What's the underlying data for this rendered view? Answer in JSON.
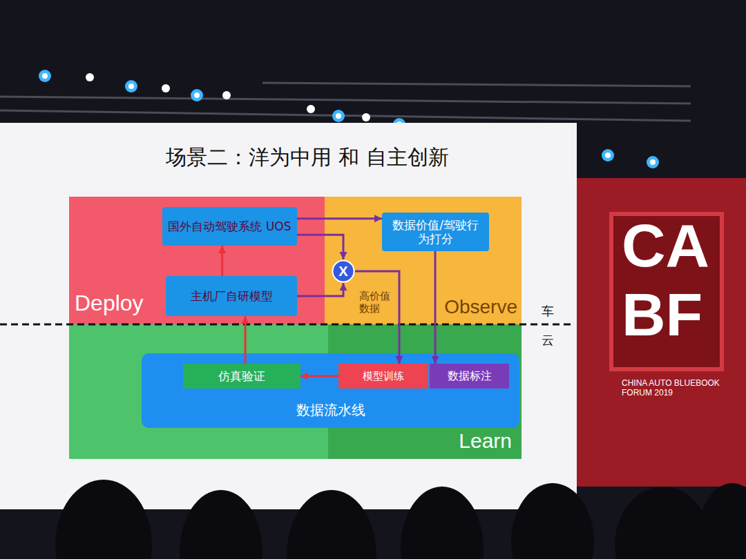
{
  "diagram": {
    "title": "场景二：洋为中用 和 自主创新",
    "nodes": [
      {
        "text": [
          "Deploy"
        ]
      },
      {
        "text": [
          "Observe"
        ]
      },
      {
        "text": [
          "Learn"
        ]
      },
      {
        "text": [
          "国外自动驾驶系统 UOS"
        ],
        "in": 0
      },
      {
        "text": [
          "主机厂自研模型"
        ],
        "in": 0
      },
      {
        "text": [
          "X"
        ],
        "in": 1
      },
      {
        "text": [
          "数据价值/驾驶行为打分"
        ],
        "in": 1
      },
      {
        "text": [
          "数据流水线"
        ]
      },
      {
        "text": [
          "仿真验证"
        ],
        "in": 7
      },
      {
        "text": [
          "模型训练"
        ],
        "in": 7
      },
      {
        "text": [
          "数据标注"
        ],
        "in": 7
      }
    ],
    "edges": [
      {
        "from": 3,
        "to": 6,
        "arrow": "to"
      },
      {
        "from": 3,
        "to": 5,
        "arrow": "to"
      },
      {
        "from": 4,
        "to": 5,
        "arrow": "to"
      },
      {
        "from": 5,
        "to": 9,
        "label": "高价值数据",
        "arrow": "to"
      },
      {
        "from": 6,
        "to": 10,
        "arrow": "to"
      },
      {
        "from": 9,
        "to": 8,
        "arrow": "to"
      },
      {
        "from": 8,
        "to": 4,
        "arrow": "to"
      },
      {
        "from": 4,
        "to": 3,
        "arrow": "to"
      }
    ],
    "labels": [
      "车",
      "云",
      "CA",
      "BF",
      "CHINA AUTO BLUEBOOK FORUM 2019"
    ]
  }
}
